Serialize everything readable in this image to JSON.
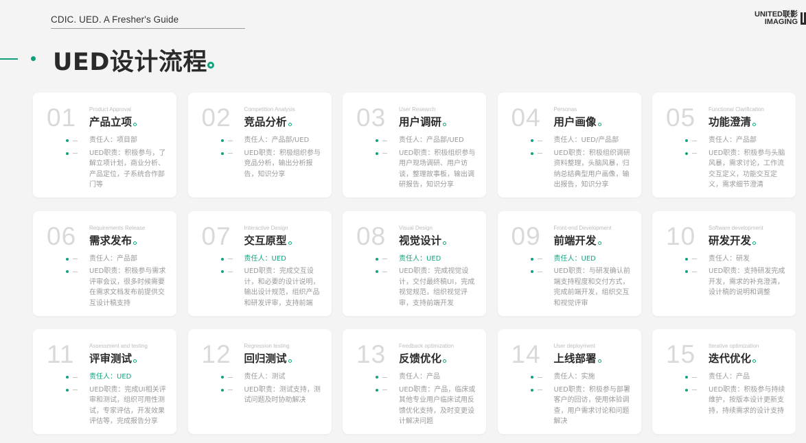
{
  "header": {
    "doc_title": "CDIC. UED.  A Fresher's Guide",
    "logo_line1": "UNITED联影",
    "logo_line2": "IMAGING"
  },
  "page": {
    "title": "UED设计流程"
  },
  "colors": {
    "accent": "#10a37f",
    "number": "#d9d9d9",
    "muted_text": "#9a9a9a"
  },
  "steps": [
    {
      "num": "01",
      "en": "Product Approval",
      "cn": "产品立项",
      "owner": "责任人：项目部",
      "owner_hl": false,
      "duty": "UED职责：积极参与，了解立项计划，商业分析、产品定位，子系统合作部门等"
    },
    {
      "num": "02",
      "en": "Competition Analysis",
      "cn": "竞品分析",
      "owner": "责任人：产品部/UED",
      "owner_hl": false,
      "duty": "UED职责：积极组织参与竞品分析，输出分析报告，知识分享"
    },
    {
      "num": "03",
      "en": "User Research",
      "cn": "用户调研",
      "owner": "责任人：产品部/UED",
      "owner_hl": false,
      "duty": "UED职责：积极组织参与用户现场调研、用户访谈，整理故事板，输出调研报告，知识分享"
    },
    {
      "num": "04",
      "en": "Personas",
      "cn": "用户画像",
      "owner": "责任人：UED/产品部",
      "owner_hl": false,
      "duty": "UED职责：积极组织调研资料整理，头脑风暴，归纳总结典型用户画像，输出报告，知识分享"
    },
    {
      "num": "05",
      "en": "Functional Clarification",
      "cn": "功能澄清",
      "owner": "责任人：产品部",
      "owner_hl": false,
      "duty": "UED职责：积极参与头脑风暴，需求讨论，工作流交互定义，功能交互定义，需求细节澄清"
    },
    {
      "num": "06",
      "en": "Requirements Release",
      "cn": "需求发布",
      "owner": "责任人：产品部",
      "owner_hl": false,
      "duty": "UED职责：积极参与需求评审会议，很多时候需要在需求文档发布前提供交互设计稿支持"
    },
    {
      "num": "07",
      "en": "Interactive Design",
      "cn": "交互原型",
      "owner": "责任人：UED",
      "owner_hl": true,
      "duty": "UED职责：完成交互设计，和必要的设计说明，输出设计规范，组织产品和研发评审，支持前端"
    },
    {
      "num": "08",
      "en": "Visual Design",
      "cn": "视觉设计",
      "owner": "责任人：UED",
      "owner_hl": true,
      "duty": "UED职责：完成视觉设计，交付最终稿UI，完成视觉规范，组织视觉评审，支持前端开发"
    },
    {
      "num": "09",
      "en": "Front-end Development",
      "cn": "前端开发",
      "owner": "责任人：UED",
      "owner_hl": true,
      "duty": "UED职责：与研发确认前端支持程度和交付方式，完成前端开发，组织交互和视觉评审"
    },
    {
      "num": "10",
      "en": "Software development",
      "cn": "研发开发",
      "owner": "责任人：研发",
      "owner_hl": false,
      "duty": "UED职责：支持研发完成开发，需求的补充澄清，设计稿的说明和调整"
    },
    {
      "num": "11",
      "en": "Assessment and testing",
      "cn": "评审测试",
      "owner": "责任人：UED",
      "owner_hl": true,
      "duty": "UED职责：完成UI相关评审和测试，组织可用性测试，专家评估，开发效果评估等，完成报告分享"
    },
    {
      "num": "12",
      "en": "Regression testing",
      "cn": "回归测试",
      "owner": "责任人：测试",
      "owner_hl": false,
      "duty": "UED职责：测试支持，测试问题及时协助解决"
    },
    {
      "num": "13",
      "en": "Feedback optimization",
      "cn": "反馈优化",
      "owner": "责任人：产品",
      "owner_hl": false,
      "duty": "UED职责：产品，临床或其他专业用户临床试用反馈优化支持，及时变更设计解决问题"
    },
    {
      "num": "14",
      "en": "User deployment",
      "cn": "上线部署",
      "owner": "责任人：实施",
      "owner_hl": false,
      "duty": "UED职责：积极参与部署客户的回访，使用体验调查，用户需求讨论和问题解决"
    },
    {
      "num": "15",
      "en": "Iterative optimization",
      "cn": "迭代优化",
      "owner": "责任人：产品",
      "owner_hl": false,
      "duty": "UED职责：积极参与持续维护，按版本设计更新支持，持续需求的设计支持"
    }
  ]
}
